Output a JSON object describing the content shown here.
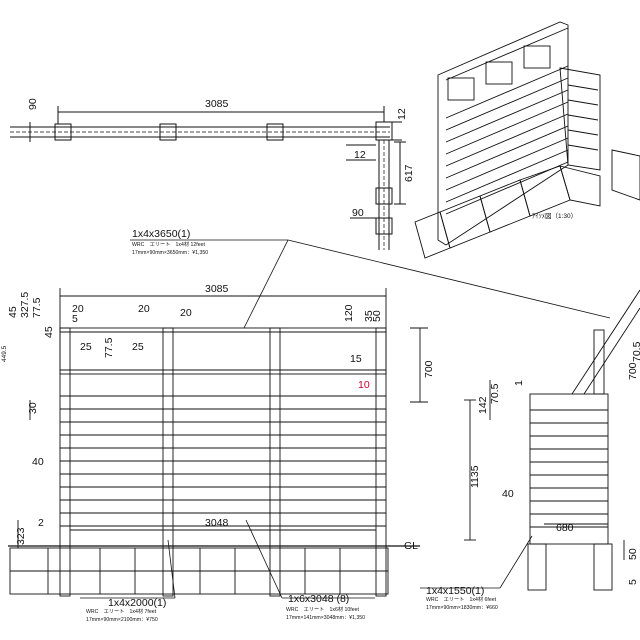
{
  "plan": {
    "overall_width": "3085",
    "post_depth": "90",
    "corner_12_top": "12",
    "corner_12_side": "12",
    "side_617": "617",
    "side_90": "90"
  },
  "perspective": {
    "caption": "ｱｲｿﾒ図（1:30）"
  },
  "callouts": {
    "top_rail": {
      "size": "1x4x3650(1)",
      "material": "WRC　エリート　1x4材 12feet",
      "spec": "17mm×90mm×3650mm：¥1,350"
    },
    "post": {
      "size": "1x4x2000(1)",
      "material": "WRC　エリート　1x4材 7feet",
      "spec": "17mm×90mm×2100mm：¥750"
    },
    "board": {
      "size": "1x6x3048 (8)",
      "material": "WRC　エリート　1x6材 10feet",
      "spec": "17mm×141mm×3048mm：¥1,350"
    },
    "side_post": {
      "size": "1x4x1550(1)",
      "material": "WRC　エリート　1x4材 6feet",
      "spec": "17mm×90mm×1830mm：¥660"
    }
  },
  "front": {
    "overall_width": "3085",
    "board_length": "3048",
    "dims_left_vertical": [
      "45",
      "327.5",
      "77.5",
      "45",
      "449.5"
    ],
    "dim_5": "5",
    "dim_20_a": "20",
    "dim_20_b": "20",
    "dim_20_c": "20",
    "dim_25_a": "25",
    "dim_25_b": "25",
    "dim_77_5": "77.5",
    "dim_120": "120",
    "dim_35": "35",
    "dim_50": "50",
    "dim_15": "15",
    "dim_10": "10",
    "dim_700": "700",
    "dim_30": "30",
    "dim_40": "40",
    "dim_323": "323",
    "dim_2": "2",
    "gl": "GL"
  },
  "side": {
    "dim_700": "700",
    "dim_70_5_top": "70.5",
    "dim_1": "1",
    "dim_142": "142",
    "dim_70_5": "70.5",
    "dim_1135": "1135",
    "dim_40": "40",
    "dim_680": "680",
    "dim_50": "50",
    "dim_5": "5"
  },
  "colors": {
    "line": "#111111",
    "accent": "#cc0033"
  }
}
